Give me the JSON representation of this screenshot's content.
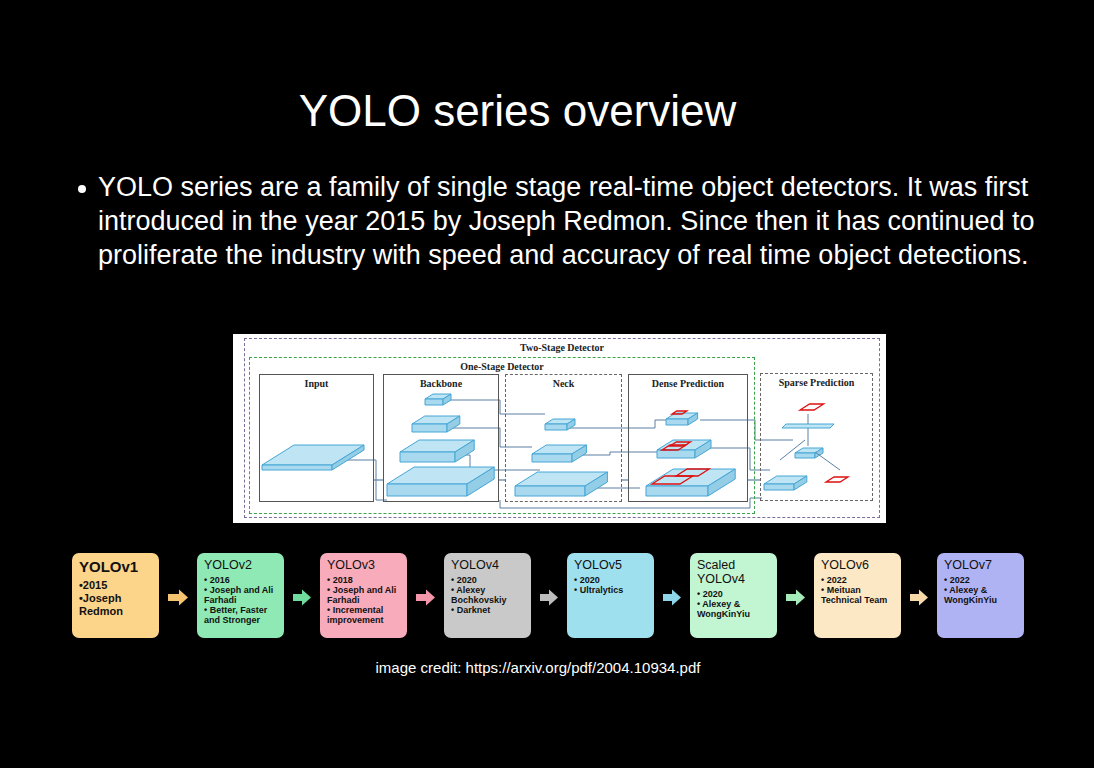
{
  "diagram": {
    "title": "YOLO series overview",
    "caption": "image credit: https://arxiv.org/pdf/2004.10934.pdf",
    "nodes": [
      {
        "text": [
          "Two-Stage Detector"
        ]
      },
      {
        "text": [
          "One-Stage Detector"
        ],
        "in": 0
      },
      {
        "text": [
          "Input"
        ],
        "in": 1
      },
      {
        "text": [
          "Backbone"
        ],
        "in": 1
      },
      {
        "text": [
          "Neck"
        ],
        "in": 1
      },
      {
        "text": [
          "Dense Prediction"
        ],
        "in": 1
      },
      {
        "text": [
          "Sparse Prediction"
        ],
        "in": 0
      },
      {
        "text": [
          "YOLOv1",
          "•2015",
          "•Joseph Redmon"
        ]
      },
      {
        "text": [
          "YOLOv2",
          "• 2016",
          "• Joseph and Ali Farhadi",
          "• Better, Faster and Stronger"
        ]
      },
      {
        "text": [
          "YOLOv3",
          "• 2018",
          "• Joseph and Ali Farhadi",
          "• Incremental improvement"
        ]
      },
      {
        "text": [
          "YOLOv4",
          "• 2020",
          "• Alexey Bochkovskiy",
          "• Darknet"
        ]
      },
      {
        "text": [
          "YOLOv5",
          "• 2020",
          "• Ultralytics"
        ]
      },
      {
        "text": [
          "Scaled YOLOv4",
          "• 2020",
          "• Alexey & WongKinYiu"
        ]
      },
      {
        "text": [
          "YOLOv6",
          "• 2022",
          "• Meituan Technical Team"
        ]
      },
      {
        "text": [
          "YOLOv7",
          "• 2022",
          "• Alexey & WongKinYiu"
        ]
      }
    ],
    "edges": [
      {
        "from": 2,
        "to": 3,
        "arrow": "none"
      },
      {
        "from": 3,
        "to": 4,
        "arrow": "none"
      },
      {
        "from": 4,
        "to": 5,
        "arrow": "none"
      },
      {
        "from": 5,
        "to": 6,
        "arrow": "none"
      },
      {
        "from": 7,
        "to": 8,
        "arrow": "to"
      },
      {
        "from": 8,
        "to": 9,
        "arrow": "to"
      },
      {
        "from": 9,
        "to": 10,
        "arrow": "to"
      },
      {
        "from": 10,
        "to": 11,
        "arrow": "to"
      },
      {
        "from": 11,
        "to": 12,
        "arrow": "to"
      },
      {
        "from": 12,
        "to": 13,
        "arrow": "to"
      },
      {
        "from": 13,
        "to": 14,
        "arrow": "to"
      }
    ],
    "labels": [
      "YOLO series are a family of single stage real-time object detectors. It was first introduced in the year 2015 by Joseph Redmon. Since then it has continued to proliferate the industry with speed and accuracy of real time object detections."
    ]
  }
}
